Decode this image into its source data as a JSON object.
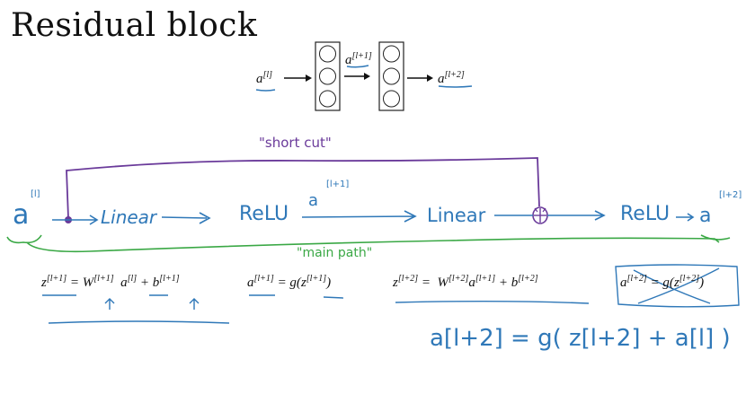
{
  "slide": {
    "title": "Residual block",
    "top_diagram": {
      "input_label": "a",
      "input_sup": "[l]",
      "middle_label": "a",
      "middle_sup": "[l+1]",
      "output_label": "a",
      "output_sup": "[l+2]",
      "layers": 2,
      "neurons_per_layer": 3
    },
    "flow": {
      "start_label": "a",
      "start_sup": "[l]",
      "step1": "Linear",
      "step2": "ReLU",
      "mid_label": "a",
      "mid_sup": "[l+1]",
      "step3": "Linear",
      "add_symbol": "⊕",
      "step4": "ReLU",
      "end_label": "a",
      "end_sup": "[l+2]",
      "shortcut_label": "\"short cut\"",
      "main_path_label": "\"main path\""
    },
    "equations": {
      "eq1_lhs": "z",
      "eq1_lhs_sup": "[l+1]",
      "eq1_W": "W",
      "eq1_W_sup": "[l+1]",
      "eq1_a": "a",
      "eq1_a_sup": "[l]",
      "eq1_b": "b",
      "eq1_b_sup": "[l+1]",
      "eq2_lhs": "a",
      "eq2_lhs_sup": "[l+1]",
      "eq2_z": "z",
      "eq2_z_sup": "[l+1]",
      "eq3_lhs": "z",
      "eq3_lhs_sup": "[l+2]",
      "eq3_W": "W",
      "eq3_W_sup": "[l+2]",
      "eq3_a": "a",
      "eq3_a_sup": "[l+1]",
      "eq3_b": "b",
      "eq3_b_sup": "[l+2]",
      "eq4_lhs": "a",
      "eq4_lhs_sup": "[l+2]",
      "eq4_z": "z",
      "eq4_z_sup": "[l+2]",
      "eq4_crossed_out": true,
      "handwritten_result": "a[l+2] = g( z[l+2] + a[l] )"
    },
    "colors": {
      "ink_blue": "#2f78b8",
      "ink_green": "#3aa845",
      "ink_purple": "#6a3a9a",
      "text_black": "#111111"
    }
  }
}
